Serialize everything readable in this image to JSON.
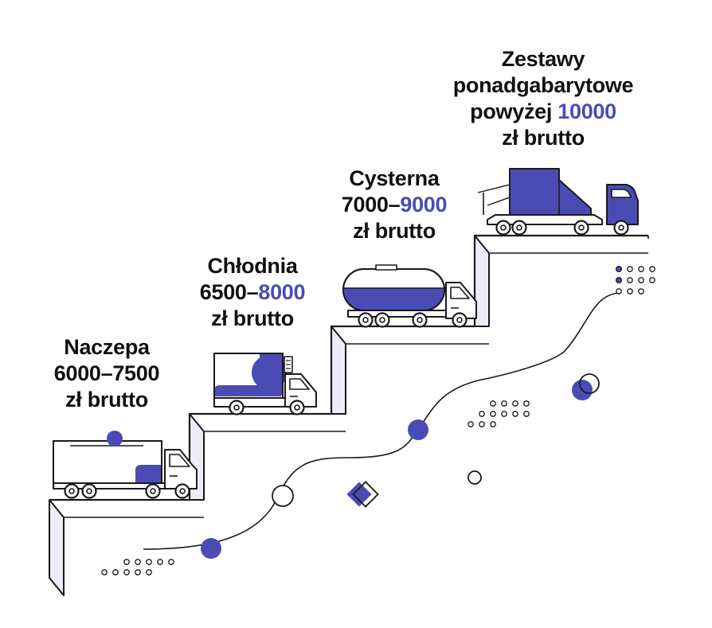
{
  "colors": {
    "accent": "#4a4cb4",
    "ink": "#1a1a1a",
    "step_side": "#ecedf8",
    "background": "#ffffff"
  },
  "steps": [
    {
      "name": "Naczepa",
      "range_prefix": "6000–7500",
      "range_highlight": "",
      "currency": "zł brutto",
      "vehicle_icon": "box-truck-icon"
    },
    {
      "name": "Chłodnia",
      "range_prefix": "6500–",
      "range_highlight": "8000",
      "currency": "zł brutto",
      "vehicle_icon": "refrigerated-truck-icon"
    },
    {
      "name": "Cysterna",
      "range_prefix": "7000–",
      "range_highlight": "9000",
      "currency": "zł brutto",
      "vehicle_icon": "tanker-truck-icon"
    },
    {
      "name_line1": "Zestawy",
      "name_line2": "ponadgabarytowe",
      "range_prefix": "powyżej ",
      "range_highlight": "10000",
      "currency": "zł brutto",
      "vehicle_icon": "oversize-lowbed-truck-icon"
    }
  ]
}
